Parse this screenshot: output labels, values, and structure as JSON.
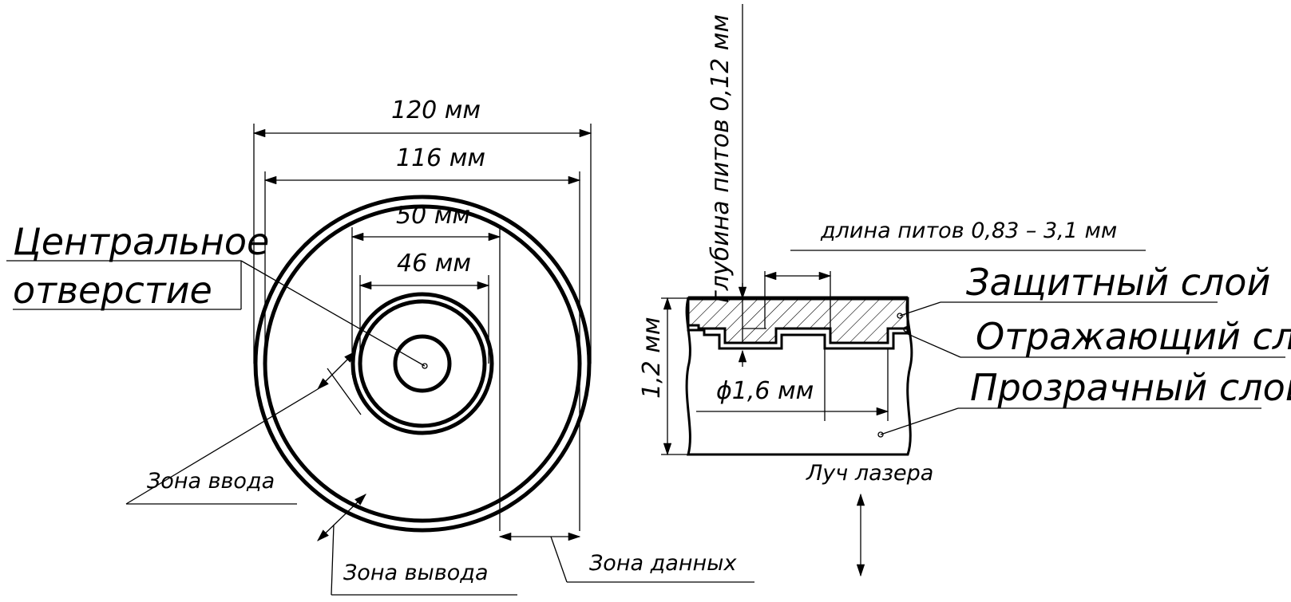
{
  "dimensions": {
    "outer": "120 мм",
    "inner": "116 мм",
    "zone_outer": "50 мм",
    "zone_inner": "46 мм",
    "hole": "ϕ1,6 мм",
    "thickness": "1,2 мм",
    "pit_depth": "глубина питов 0,12 мм",
    "pit_length": "длина питов 0,83 – 3,1 мм"
  },
  "labels": {
    "central_hole_line1": "Центральное",
    "central_hole_line2": "отверстие",
    "lead_in": "Зона ввода",
    "lead_out": "Зона вывода",
    "data_zone": "Зона данных",
    "protective": "Защитный слой",
    "reflective": "Отражающий слой",
    "transparent": "Прозрачный слой",
    "laser": "Луч лазера"
  }
}
